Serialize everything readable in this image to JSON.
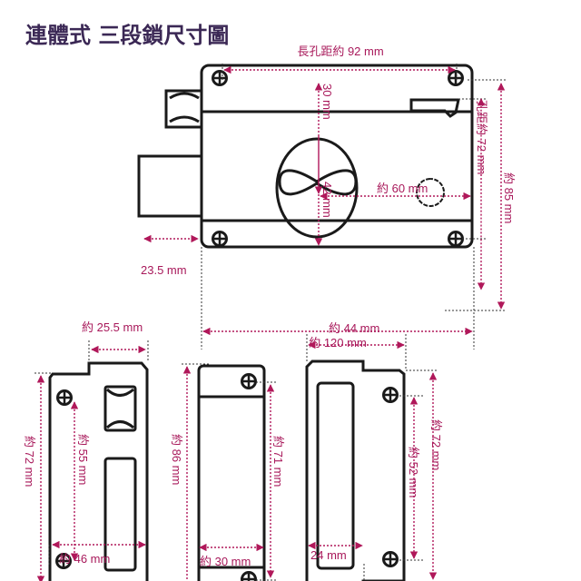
{
  "title": "連體式 三段鎖尺寸圖",
  "colors": {
    "dimension": "#a8185a",
    "title": "#3b2855",
    "outline": "#1a1a1a"
  },
  "main_lock": {
    "hole_spacing_long": "長孔距約 92 mm",
    "upper_height": "30 mm",
    "lower_height": "42 mm",
    "center_to_edge": "約 60 mm",
    "hole_spacing_vertical": "孔距約 72 mm",
    "total_height": "約 85 mm",
    "bolt_length": "23.5 mm",
    "total_width": "約 120 mm"
  },
  "strike_plate": {
    "top_width": "約 25.5 mm",
    "height": "約 72 mm",
    "hole_spacing": "約 55  mm",
    "width": "約 46 mm"
  },
  "middle_part": {
    "height": "約 86 mm",
    "hole_spacing": "約 71 mm",
    "width": "約 30 mm"
  },
  "right_plate": {
    "top_width": "約 44 mm",
    "hole_spacing": "約 52 mm",
    "height": "約 72 mm",
    "bottom_width": "24 mm"
  }
}
